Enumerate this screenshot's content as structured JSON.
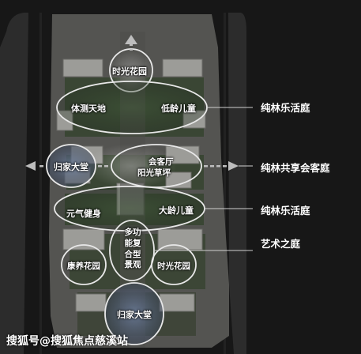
{
  "colors": {
    "background": "#171717",
    "road": "#2f2f2f",
    "site": "#5a5a58",
    "greenery": "#2d3e2a",
    "outline": "#e8e8e8",
    "text": "#ffffff"
  },
  "zones": {
    "time_garden_top": "时光花园",
    "measure_world": "体测天地",
    "young_children": "低龄儿童",
    "home_hall_left": "归家大堂",
    "living_room_line1": "会客厅",
    "living_room_line2": "阳光草坪",
    "yuanqi_fitness": "元气健身",
    "older_children": "大龄儿童",
    "multi_function": "多功能复合型景观",
    "wellness_garden": "康养花园",
    "time_garden_bottom": "时光花园",
    "home_hall_bottom": "归家大堂"
  },
  "legend": {
    "pure_forest_courtyard_1": "纯林乐活庭",
    "pure_forest_shared_courtyard": "纯林共享会客庭",
    "pure_forest_courtyard_2": "纯林乐活庭",
    "art_courtyard": "艺术之庭"
  },
  "watermark": "搜狐号@搜狐焦点慈溪站",
  "icons": {
    "up_arrow": "arrow-up-icon",
    "left_arrow": "arrow-left-icon",
    "right_arrow": "arrow-right-icon"
  }
}
